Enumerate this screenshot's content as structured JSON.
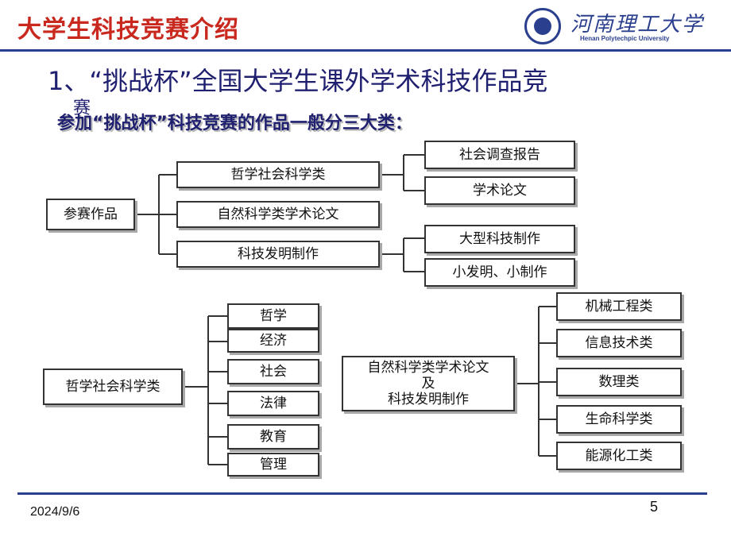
{
  "slide": {
    "title": "大学生科技竞赛介绍",
    "logo": {
      "name": "河南理工大学",
      "english": "Henan Polytechpic University"
    },
    "heading": "1、“挑战杯”全国大学生课外学术科技作品竞",
    "heading_wrap": "赛",
    "subheading": "参加“挑战杯”科技竞赛的作品一般分三大类：",
    "footer": {
      "date": "2024/9/6",
      "page": "5"
    }
  },
  "diagram": {
    "top_tree": {
      "root": "参赛作品",
      "categories": [
        {
          "label": "哲学社会科学类",
          "children": [
            "社会调查报告",
            "学术论文"
          ]
        },
        {
          "label": "自然科学类学术论文",
          "children": []
        },
        {
          "label": "科技发明制作",
          "children": [
            "大型科技制作",
            "小发明、小制作"
          ]
        }
      ]
    },
    "left_tree": {
      "root": "哲学社会科学类",
      "children": [
        "哲学",
        "经济",
        "社会",
        "法律",
        "教育",
        "管理"
      ]
    },
    "right_tree": {
      "root_line1": "自然科学类学术论文",
      "root_line2": "及",
      "root_line3": "科技发明制作",
      "children": [
        "机械工程类",
        "信息技术类",
        "数理类",
        "生命科学类",
        "能源化工类"
      ]
    }
  },
  "colors": {
    "title": "#c8281e",
    "rule": "#2b3f8f",
    "heading": "#202070"
  }
}
